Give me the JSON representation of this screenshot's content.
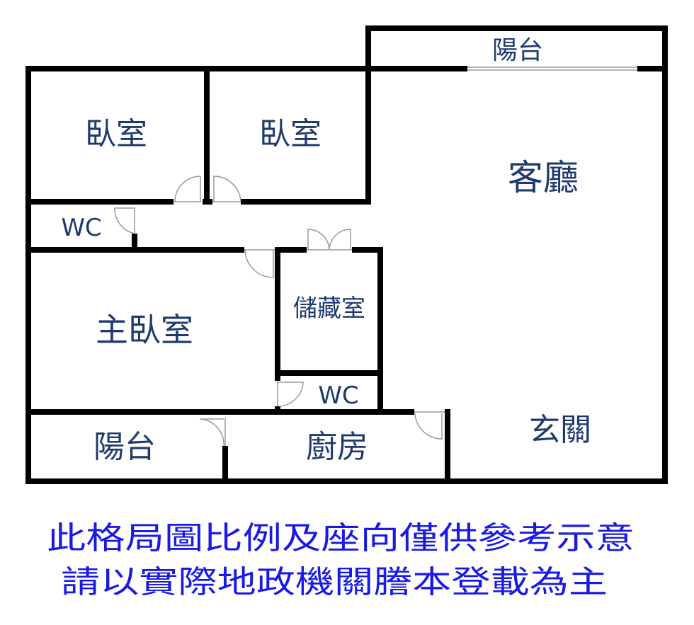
{
  "rooms": {
    "balcony_top": "陽台",
    "bedroom_1": "臥室",
    "bedroom_2": "臥室",
    "living_room": "客廳",
    "wc_1": "WC",
    "storage": "儲藏室",
    "master_bedroom": "主臥室",
    "wc_2": "WC",
    "entrance": "玄關",
    "balcony_bottom": "陽台",
    "kitchen": "廚房"
  },
  "disclaimer": {
    "line1": "此格局圖比例及座向僅供參考示意",
    "line2": "請以實際地政機關謄本登載為主"
  },
  "colors": {
    "room_label": "#1e3a6e",
    "disclaimer": "#1a1ae6",
    "wall": "#000000"
  }
}
